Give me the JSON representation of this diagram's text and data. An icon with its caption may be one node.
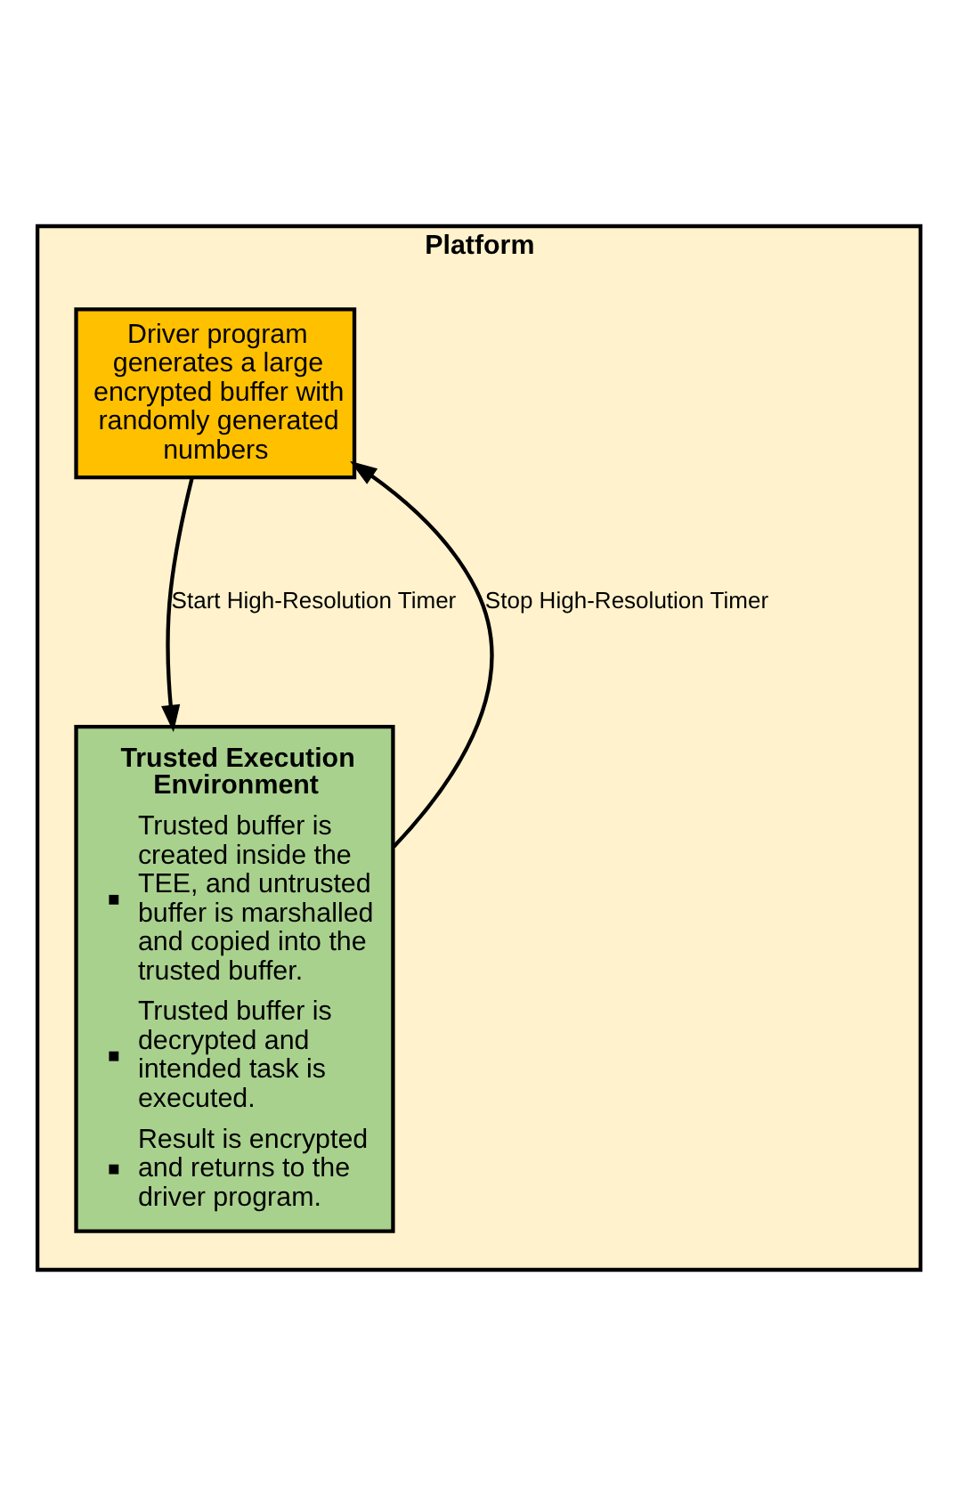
{
  "diagram": {
    "nodes": [
      {
        "text": [
          "Platform"
        ]
      },
      {
        "text": [
          "Driver program generates a large encrypted buffer with randomly generated numbers"
        ],
        "in": 0
      },
      {
        "text": [
          "Trusted Execution Environment",
          "Trusted buffer is created inside the TEE, and untrusted buffer is marshalled and copied into the trusted buffer.",
          "Trusted buffer is decrypted and intended task is executed.",
          "Result is encrypted and returns to the driver program."
        ],
        "in": 0
      }
    ],
    "edges": [
      {
        "from": 1,
        "to": 2,
        "arrow": "to",
        "label": "Start High-Resolution Timer"
      },
      {
        "from": 2,
        "to": 1,
        "arrow": "to",
        "label": "Stop High-Resolution Timer"
      }
    ]
  }
}
